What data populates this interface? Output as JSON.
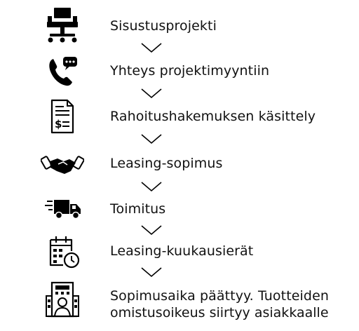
{
  "flow": {
    "steps": [
      {
        "icon": "office-chair-icon",
        "label": "Sisustusprojekti"
      },
      {
        "icon": "phone-message-icon",
        "label": "Yhteys projektimyyntiin"
      },
      {
        "icon": "invoice-document-icon",
        "label": "Rahoitushakemuksen käsittely"
      },
      {
        "icon": "handshake-icon",
        "label": "Leasing-sopimus"
      },
      {
        "icon": "delivery-truck-icon",
        "label": "Toimitus"
      },
      {
        "icon": "calendar-clock-icon",
        "label": "Leasing-kuukausierät"
      },
      {
        "icon": "person-building-icon",
        "label": "Sopimusaika päättyy. Tuotteiden",
        "label_line2": "omistusoikeus siirtyy asiakkaalle"
      }
    ],
    "connector_icon": "chevron-down-icon"
  },
  "colors": {
    "text": "#111111",
    "icon": "#000000",
    "background": "#ffffff"
  }
}
